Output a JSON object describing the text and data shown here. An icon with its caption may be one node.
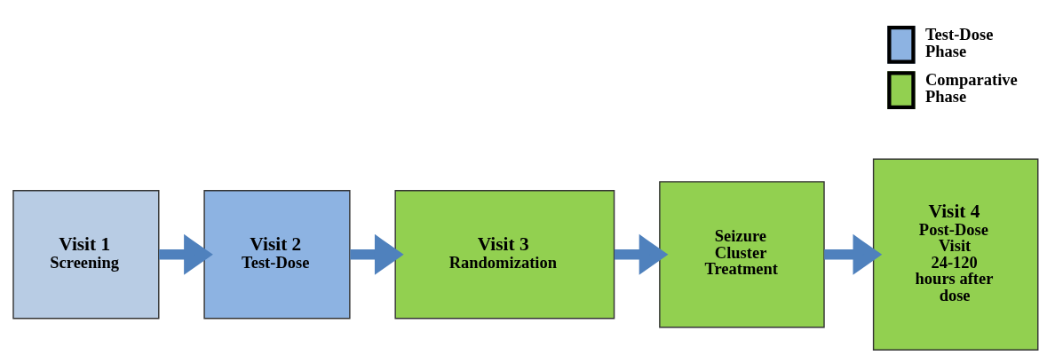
{
  "diagram": {
    "nodes": [
      {
        "text": [
          "Visit 1",
          "Screening"
        ]
      },
      {
        "text": [
          "Visit 2",
          "Test-Dose"
        ]
      },
      {
        "text": [
          "Visit 3",
          "Randomization"
        ]
      },
      {
        "text": [
          "Seizure Cluster Treatment"
        ]
      },
      {
        "text": [
          "Visit 4",
          "Post-Dose Visit 24-120 hours after dose"
        ]
      }
    ],
    "edges": [
      {
        "from": 0,
        "to": 1,
        "arrow": "to"
      },
      {
        "from": 1,
        "to": 2,
        "arrow": "to"
      },
      {
        "from": 2,
        "to": 3,
        "arrow": "to"
      },
      {
        "from": 3,
        "to": 4,
        "arrow": "to"
      }
    ],
    "legend": [
      {
        "text": "Test-Dose Phase",
        "color": "#8db3e2"
      },
      {
        "text": "Comparative Phase",
        "color": "#92d050"
      }
    ]
  }
}
